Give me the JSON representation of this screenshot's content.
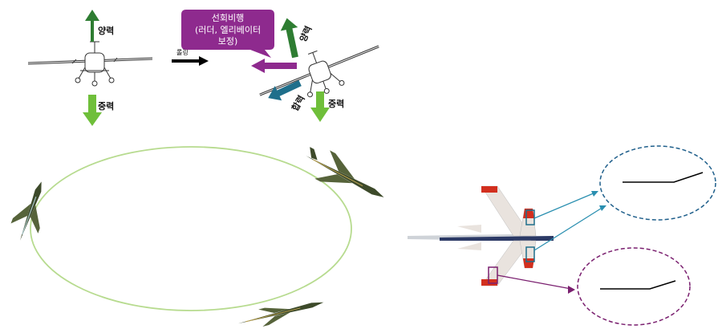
{
  "labels": {
    "lift_left": "양력",
    "gravity_left": "중력",
    "rolling": "롤링",
    "turn_callout_lines": [
      "선회비행",
      "(러더, 엘리베이터",
      "보정)"
    ],
    "lift_right": "양력",
    "resultant": "합력",
    "gravity_right": "중력"
  },
  "colors": {
    "lift_arrow": "#2e7d32",
    "gravity_arrow": "#6fbf3a",
    "roll_arrow": "#000000",
    "turn_callout": "#8e2a8e",
    "resultant_arrow": "#1f6f8b",
    "orbit": "#b7db8f",
    "upper_callout_ring": "#1f5f8b",
    "lower_callout_ring": "#7a1f6f",
    "upper_leader": "#2a8fb0",
    "lower_leader": "#7a1f6f",
    "surface_highlight": "#d22f1e"
  },
  "icons": {
    "aircraft_front": "light-aircraft-front-view-icon",
    "jet": "jet-fighter-icon",
    "top_view": "fighter-top-view-icon"
  }
}
